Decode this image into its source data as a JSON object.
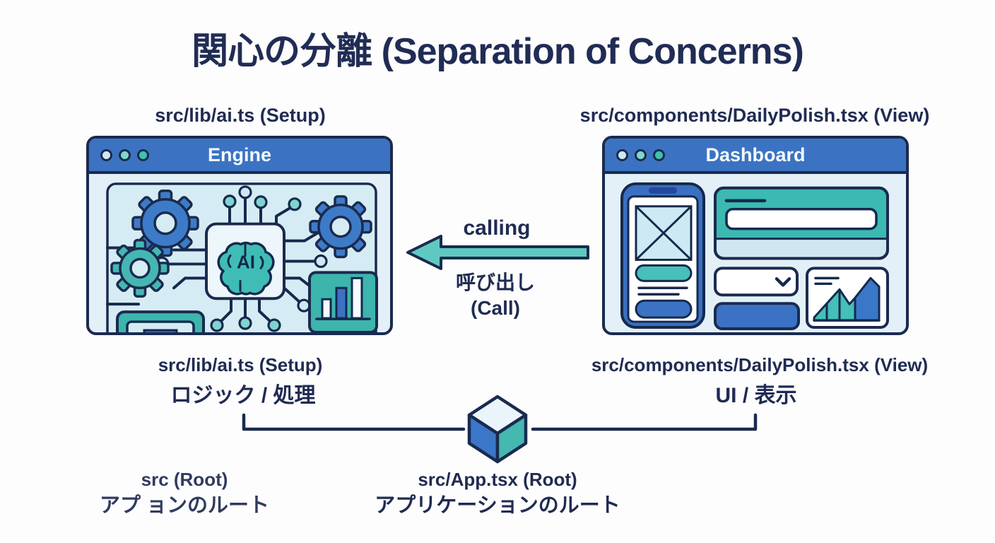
{
  "title": "関心の分離 (Separation of Concerns)",
  "engine": {
    "top_label": "src/lib/ai.ts (Setup)",
    "window_title": "Engine",
    "ai_chip_text": "AI",
    "bottom_label": "src/lib/ai.ts (Setup)",
    "role_label": "ロジック / 処理"
  },
  "dashboard": {
    "top_label": "src/components/DailyPolish.tsx (View)",
    "window_title": "Dashboard",
    "bottom_label": "src/components/DailyPolish.tsx (View)",
    "role_label": "UI / 表示"
  },
  "arrow": {
    "label_en": "calling",
    "label_ja": "呼び出し",
    "label_sub": "(Call)"
  },
  "root": {
    "center_label": "src/App.tsx (Root)",
    "center_sublabel": "アプリケーションのルート",
    "left_ghost_label": "src (Root)",
    "left_ghost_sublabel": "アプ ョンのルート"
  },
  "icons": {
    "window_dots": "three traffic-light circles",
    "gear": "cog wheel",
    "ai_brain": "brain chip",
    "bar_chart": "vertical bars panel",
    "nested_card": "stacked rectangles card",
    "phone": "smartphone wireframe",
    "image_placeholder": "crossed box",
    "chevron_down": "⌄",
    "line_chart": "mountain area chart",
    "arrow_left": "◀",
    "cube": "isometric cube"
  },
  "colors": {
    "text_navy": "#1f2b52",
    "outline_navy": "#1b2a4e",
    "titlebar_blue": "#3b73c2",
    "accent_blue": "#3d7bc8",
    "accent_teal": "#41bcb2",
    "arrow_teal": "#5fc9c1",
    "window_bg": "#e3f0f8",
    "panel_bg": "#d6ecf4",
    "dot_light_blue": "#cfe9f2",
    "dot_light_teal": "#7fd8cc",
    "dot_teal": "#3ec2ae"
  }
}
